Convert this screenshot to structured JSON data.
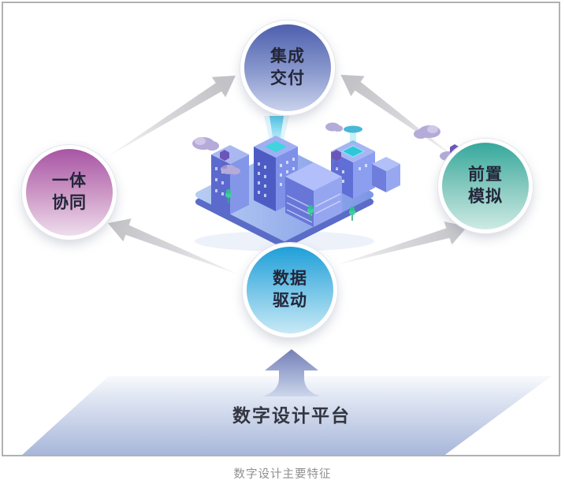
{
  "figure": {
    "caption": "数字设计主要特征"
  },
  "platform": {
    "label": "数字设计平台",
    "fill_top": "#ffffff",
    "fill_bottom": "#a6b5d9"
  },
  "nodes": {
    "top": {
      "label": "集成\n交付",
      "color_top": "#4d5fae",
      "color_bottom": "#c9d2ec"
    },
    "left": {
      "label": "一体\n协同",
      "color_top": "#a855a4",
      "color_bottom": "#eeddec"
    },
    "right": {
      "label": "前置\n模拟",
      "color_top": "#36a89c",
      "color_bottom": "#cdeae3"
    },
    "bottom": {
      "label": "数据\n驱动",
      "color_top": "#1f9fd8",
      "color_bottom": "#c8e9f6"
    }
  },
  "arrows": {
    "color": "#c3c3c7",
    "flows": [
      "数据驱动 → 一体协同",
      "数据驱动 → 前置模拟",
      "一体协同 → 集成交付",
      "前置模拟 → 集成交付",
      "数字设计平台 → 数据驱动"
    ]
  },
  "illustration": {
    "alt": "isometric smart-city on blue platform with light beam, clouds, hexagons and trees",
    "accent_teal": "#3fd4de",
    "building_blue": "#4d5cc4",
    "cloud_purple": "#b5abd8"
  }
}
